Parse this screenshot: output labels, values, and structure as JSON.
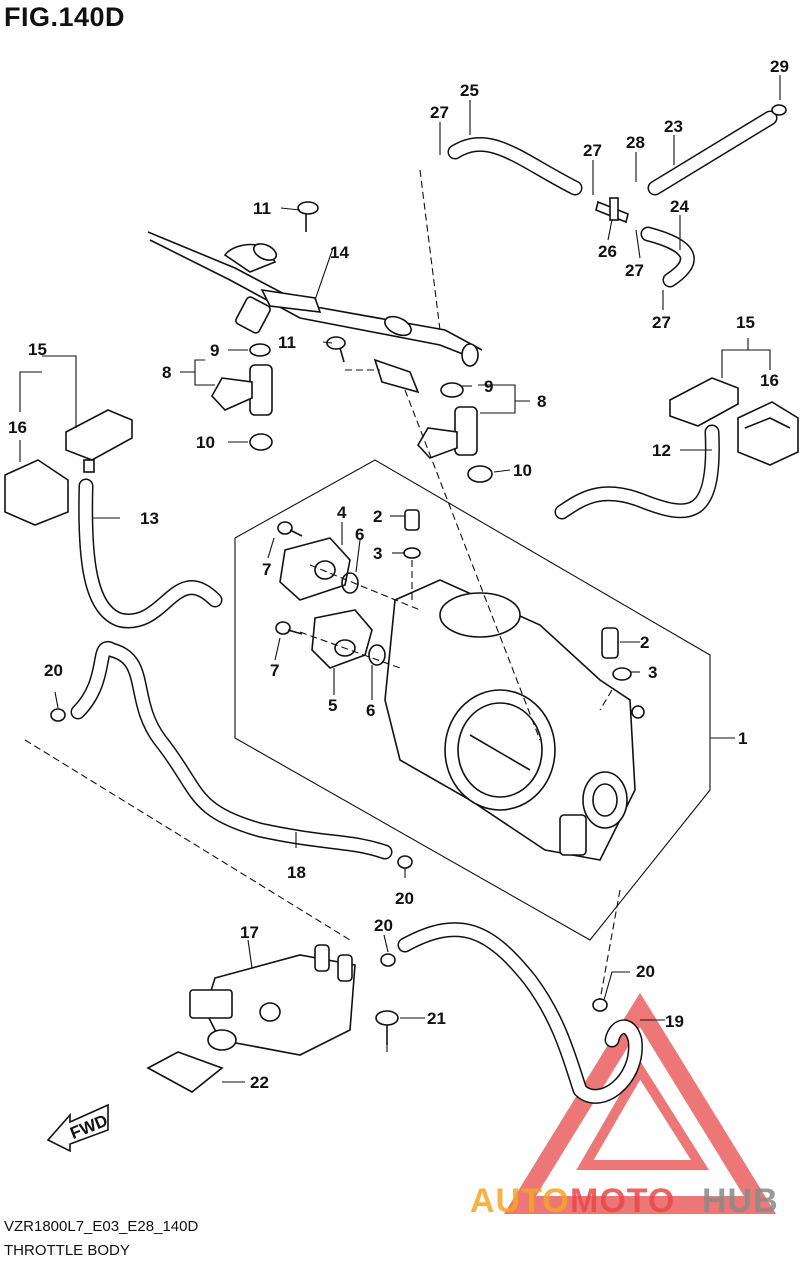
{
  "header": {
    "figure_title": "FIG.140D"
  },
  "footer": {
    "diagram_code": "VZR1800L7_E03_E28_140D",
    "section_name": "THROTTLE BODY"
  },
  "direction_label": "FWD",
  "watermark": {
    "part1": "AUTO",
    "part2": "MOTO",
    "part3": "HUB",
    "color_orange": "#f5a623",
    "color_red": "#e84a4a",
    "color_gray": "#8a8a8a"
  },
  "callouts": {
    "c1": "1",
    "c2a": "2",
    "c2b": "2",
    "c3a": "3",
    "c3b": "3",
    "c4": "4",
    "c5": "5",
    "c6a": "6",
    "c6b": "6",
    "c7a": "7",
    "c7b": "7",
    "c8a": "8",
    "c8b": "8",
    "c9a": "9",
    "c9b": "9",
    "c10a": "10",
    "c10b": "10",
    "c11a": "11",
    "c11b": "11",
    "c12": "12",
    "c13": "13",
    "c14": "14",
    "c15a": "15",
    "c15b": "15",
    "c16a": "16",
    "c16b": "16",
    "c17": "17",
    "c18": "18",
    "c19": "19",
    "c20a": "20",
    "c20b": "20",
    "c20c": "20",
    "c20d": "20",
    "c21": "21",
    "c22": "22",
    "c23": "23",
    "c24": "24",
    "c25": "25",
    "c26": "26",
    "c27a": "27",
    "c27b": "27",
    "c27c": "27",
    "c27d": "27",
    "c28": "28",
    "c29": "29"
  }
}
